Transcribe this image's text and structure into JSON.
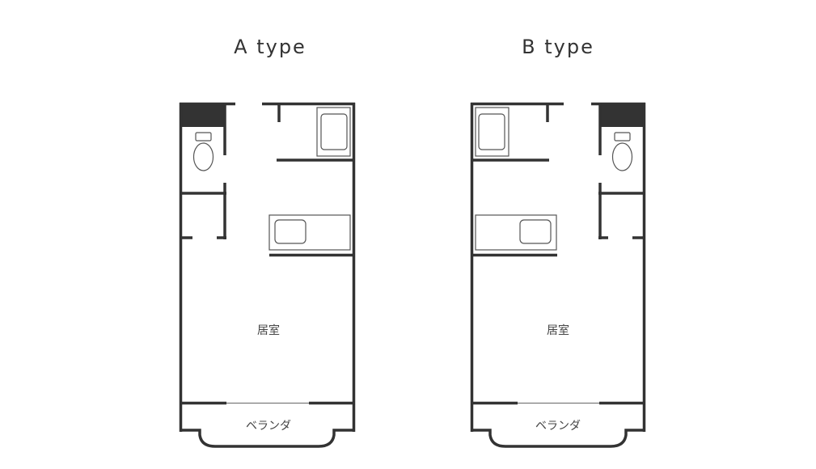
{
  "plans": [
    {
      "id": "a",
      "title": "A type",
      "rooms": {
        "living": "居室",
        "balcony": "ベランダ"
      }
    },
    {
      "id": "b",
      "title": "B type",
      "rooms": {
        "living": "居室",
        "balcony": "ベランダ"
      }
    }
  ],
  "colors": {
    "wall": "#333333",
    "fixture": "#555555",
    "background": "#ffffff"
  }
}
